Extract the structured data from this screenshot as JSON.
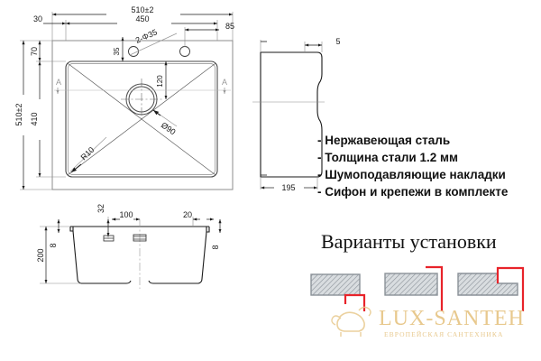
{
  "drawing": {
    "title": "Kitchen sink technical drawing",
    "colors": {
      "line": "#1a1a1a",
      "thin_line": "#8c8c8c",
      "section_mark": "#9a9a9a",
      "accent_red": "#e8232a",
      "hatch_fill": "#d9dde0",
      "hatch_stroke": "#8a9198",
      "logo_gold": "#e8c98e"
    }
  },
  "top_view": {
    "name": "top-view",
    "dimensions": {
      "overall_width": "510±2",
      "bowl_width": "450",
      "left_offset": "30",
      "right_offset": "85",
      "overall_height": "510±2",
      "top_offset": "70",
      "bowl_height": "410",
      "hole_from_edge": "35",
      "holes_label": "2-Φ35",
      "drain_offset": "120",
      "drain_diameter": "Ø90",
      "corner_radius": "R10",
      "section_marker_left": "A",
      "section_marker_right": "A"
    }
  },
  "side_view": {
    "name": "side-view",
    "dimensions": {
      "depth": "195",
      "lip": "5"
    }
  },
  "section_view": {
    "name": "section-a-a-view",
    "dimensions": {
      "height": "200",
      "lip_left": "8",
      "lip_right": "8",
      "offset_32": "32",
      "offset_100": "100",
      "offset_20": "20"
    }
  },
  "features": {
    "name": "feature-list",
    "items": [
      "- Нержавеющая сталь",
      "- Толщина стали 1.2 мм",
      "- Шумоподавляющие накладки",
      "- Сифон и крепежи в комплекте"
    ]
  },
  "install": {
    "title": "Варианты установки",
    "variants": [
      {
        "name": "undermount",
        "label": ""
      },
      {
        "name": "topmount",
        "label": ""
      },
      {
        "name": "flushmount",
        "label": ""
      }
    ]
  },
  "logo": {
    "name": "LUX-SANTEH",
    "subtitle": "ЕВРОПЕЙСКАЯ САНТЕХНИКА"
  }
}
